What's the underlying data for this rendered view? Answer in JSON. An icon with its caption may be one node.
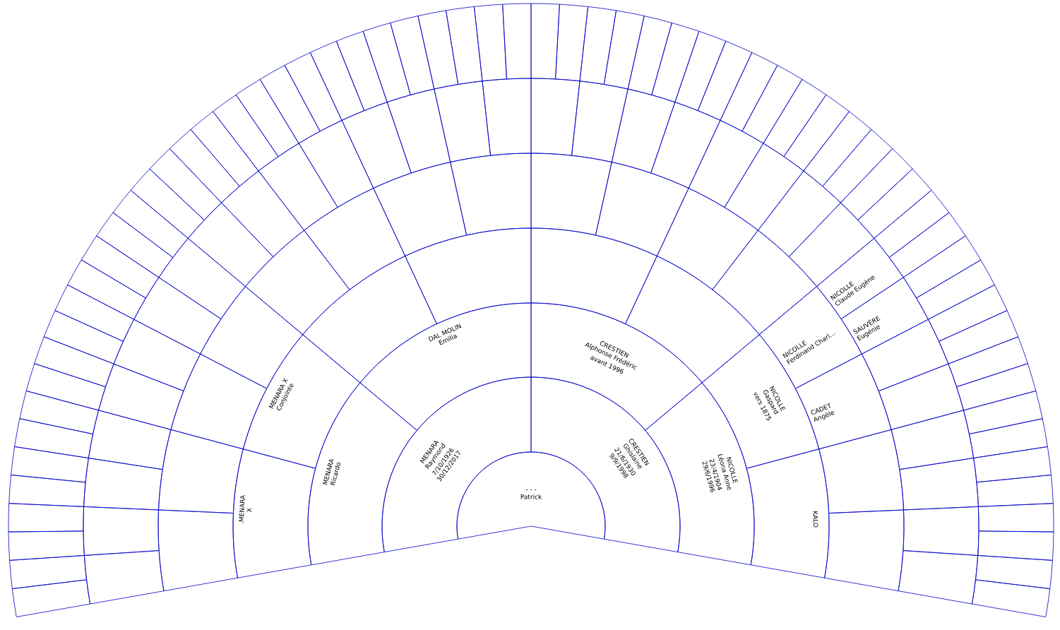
{
  "diagram": {
    "nodes": [
      {
        "text": [
          "- - -",
          "Patrick"
        ]
      },
      {
        "text": [
          "MENARA",
          "Raymond",
          "7/10/1926",
          "30/12/2017"
        ]
      },
      {
        "text": [
          "CRESTIEN",
          "Ghislaine",
          "21/6/1930",
          "9/9/1998"
        ]
      },
      {
        "text": [
          "MENARA",
          "Ricardo"
        ]
      },
      {
        "text": [
          "DAL MOLIN",
          "Emilia"
        ]
      },
      {
        "text": [
          "CRESTIEN",
          "Alphonse Frédéric",
          "avant 1996"
        ]
      },
      {
        "text": [
          "NICOLLE",
          "Léona Anne",
          "23/4/1904",
          "29/6/1996"
        ]
      },
      {
        "text": [
          ".MENARA",
          "X"
        ]
      },
      {
        "text": [
          "MENARA X",
          "Conjointe"
        ]
      },
      {
        "text": [],
        "shape": "sector"
      },
      {
        "text": [],
        "shape": "sector"
      },
      {
        "text": [],
        "shape": "sector"
      },
      {
        "text": [],
        "shape": "sector"
      },
      {
        "text": [
          "NICOLLE",
          "Gaspard",
          "vers 1875"
        ]
      },
      {
        "text": [
          "KALO"
        ]
      },
      {
        "text": [],
        "shape": "sector"
      },
      {
        "text": [],
        "shape": "sector"
      },
      {
        "text": [],
        "shape": "sector"
      },
      {
        "text": [],
        "shape": "sector"
      },
      {
        "text": [],
        "shape": "sector"
      },
      {
        "text": [],
        "shape": "sector"
      },
      {
        "text": [],
        "shape": "sector"
      },
      {
        "text": [],
        "shape": "sector"
      },
      {
        "text": [],
        "shape": "sector"
      },
      {
        "text": [],
        "shape": "sector"
      },
      {
        "text": [],
        "shape": "sector"
      },
      {
        "text": [],
        "shape": "sector"
      },
      {
        "text": [
          "NICOLLE",
          "Ferdinand Charl..."
        ]
      },
      {
        "text": [
          "CADET",
          "Angèle"
        ]
      },
      {
        "text": [],
        "shape": "sector"
      },
      {
        "text": [],
        "shape": "sector"
      },
      {
        "text": [],
        "shape": "sector"
      },
      {
        "text": [],
        "shape": "sector"
      },
      {
        "text": [],
        "shape": "sector"
      },
      {
        "text": [],
        "shape": "sector"
      },
      {
        "text": [],
        "shape": "sector"
      },
      {
        "text": [],
        "shape": "sector"
      },
      {
        "text": [],
        "shape": "sector"
      },
      {
        "text": [],
        "shape": "sector"
      },
      {
        "text": [],
        "shape": "sector"
      },
      {
        "text": [],
        "shape": "sector"
      },
      {
        "text": [],
        "shape": "sector"
      },
      {
        "text": [],
        "shape": "sector"
      },
      {
        "text": [],
        "shape": "sector"
      },
      {
        "text": [],
        "shape": "sector"
      },
      {
        "text": [],
        "shape": "sector"
      },
      {
        "text": [],
        "shape": "sector"
      },
      {
        "text": [],
        "shape": "sector"
      },
      {
        "text": [],
        "shape": "sector"
      },
      {
        "text": [],
        "shape": "sector"
      },
      {
        "text": [],
        "shape": "sector"
      },
      {
        "text": [],
        "shape": "sector"
      },
      {
        "text": [],
        "shape": "sector"
      },
      {
        "text": [],
        "shape": "sector"
      },
      {
        "text": [],
        "shape": "sector"
      },
      {
        "text": [
          "NICOLLE",
          "Claude Eugène"
        ]
      },
      {
        "text": [
          "SAUVÈRE",
          "Eugénie"
        ]
      },
      {
        "text": [],
        "shape": "sector"
      },
      {
        "text": [],
        "shape": "sector"
      },
      {
        "text": [],
        "shape": "sector"
      },
      {
        "text": [],
        "shape": "sector"
      },
      {
        "text": [],
        "shape": "sector"
      },
      {
        "text": [],
        "shape": "sector"
      },
      {
        "text": [],
        "shape": "sector"
      },
      {
        "text": [],
        "shape": "sector"
      },
      {
        "text": [],
        "shape": "sector"
      },
      {
        "text": [],
        "shape": "sector"
      },
      {
        "text": [],
        "shape": "sector"
      },
      {
        "text": [],
        "shape": "sector"
      },
      {
        "text": [],
        "shape": "sector"
      },
      {
        "text": [],
        "shape": "sector"
      },
      {
        "text": [],
        "shape": "sector"
      },
      {
        "text": [],
        "shape": "sector"
      },
      {
        "text": [],
        "shape": "sector"
      },
      {
        "text": [],
        "shape": "sector"
      },
      {
        "text": [],
        "shape": "sector"
      },
      {
        "text": [],
        "shape": "sector"
      },
      {
        "text": [],
        "shape": "sector"
      },
      {
        "text": [],
        "shape": "sector"
      },
      {
        "text": [],
        "shape": "sector"
      },
      {
        "text": [],
        "shape": "sector"
      },
      {
        "text": [],
        "shape": "sector"
      },
      {
        "text": [],
        "shape": "sector"
      },
      {
        "text": [],
        "shape": "sector"
      },
      {
        "text": [],
        "shape": "sector"
      },
      {
        "text": [],
        "shape": "sector"
      },
      {
        "text": [],
        "shape": "sector"
      },
      {
        "text": [],
        "shape": "sector"
      },
      {
        "text": [],
        "shape": "sector"
      },
      {
        "text": [],
        "shape": "sector"
      },
      {
        "text": [],
        "shape": "sector"
      },
      {
        "text": [],
        "shape": "sector"
      },
      {
        "text": [],
        "shape": "sector"
      },
      {
        "text": [],
        "shape": "sector"
      },
      {
        "text": [],
        "shape": "sector"
      },
      {
        "text": [],
        "shape": "sector"
      },
      {
        "text": [],
        "shape": "sector"
      },
      {
        "text": [],
        "shape": "sector"
      },
      {
        "text": [],
        "shape": "sector"
      },
      {
        "text": [],
        "shape": "sector"
      },
      {
        "text": [],
        "shape": "sector"
      },
      {
        "text": [],
        "shape": "sector"
      },
      {
        "text": [],
        "shape": "sector"
      },
      {
        "text": [],
        "shape": "sector"
      },
      {
        "text": [],
        "shape": "sector"
      },
      {
        "text": [],
        "shape": "sector"
      },
      {
        "text": [],
        "shape": "sector"
      },
      {
        "text": [],
        "shape": "sector"
      },
      {
        "text": [],
        "shape": "sector"
      },
      {
        "text": [],
        "shape": "sector"
      },
      {
        "text": [],
        "shape": "sector"
      },
      {
        "text": [],
        "shape": "sector"
      },
      {
        "text": [],
        "shape": "sector"
      },
      {
        "text": [],
        "shape": "sector"
      },
      {
        "text": [],
        "shape": "sector"
      },
      {
        "text": [],
        "shape": "sector"
      },
      {
        "text": [],
        "shape": "sector"
      },
      {
        "text": [],
        "shape": "sector"
      },
      {
        "text": [],
        "shape": "sector"
      },
      {
        "text": [],
        "shape": "sector"
      },
      {
        "text": [],
        "shape": "sector"
      },
      {
        "text": [],
        "shape": "sector"
      },
      {
        "text": [],
        "shape": "sector"
      },
      {
        "text": [],
        "shape": "sector"
      },
      {
        "text": [],
        "shape": "sector"
      },
      {
        "text": [],
        "shape": "sector"
      },
      {
        "text": [],
        "shape": "sector"
      }
    ]
  }
}
